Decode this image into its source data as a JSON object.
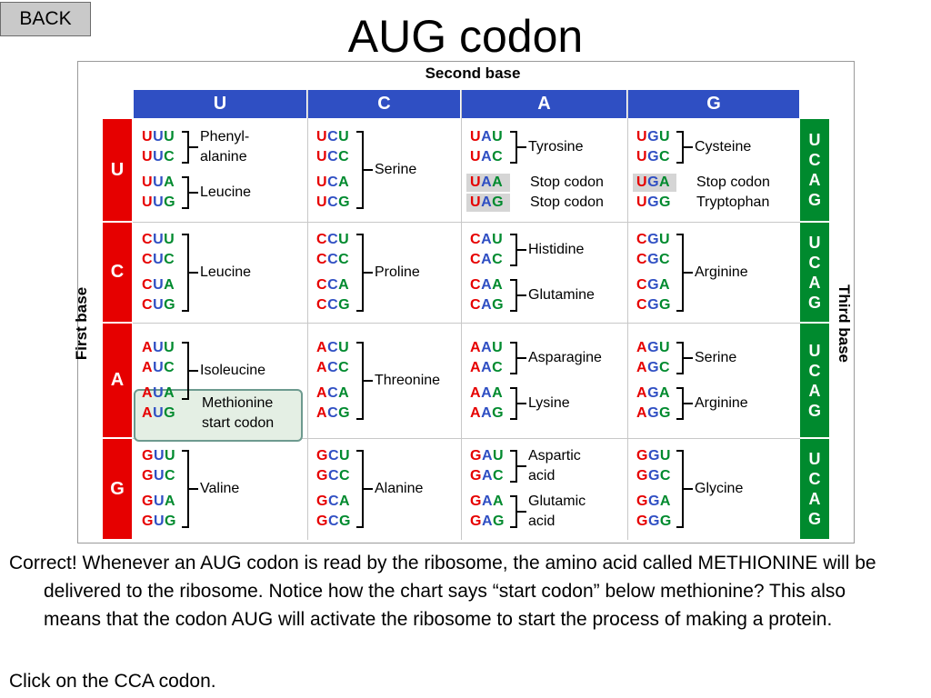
{
  "back_button": "BACK",
  "title": "AUG codon",
  "chart": {
    "second_base_label": "Second base",
    "first_base_label": "First base",
    "third_base_label": "Third base",
    "columns": [
      "U",
      "C",
      "A",
      "G"
    ],
    "rows": [
      "U",
      "C",
      "A",
      "G"
    ],
    "third_letters": [
      "U",
      "C",
      "A",
      "G"
    ],
    "cells": [
      [
        {
          "codons": [
            "UUU",
            "UUC",
            "UUA",
            "UUG"
          ],
          "groups": [
            {
              "text": [
                "Phenyl-",
                "alanine"
              ],
              "span": [
                0,
                1
              ]
            },
            {
              "text": [
                "Leucine"
              ],
              "span": [
                2,
                3
              ]
            }
          ]
        },
        {
          "codons": [
            "UCU",
            "UCC",
            "UCA",
            "UCG"
          ],
          "groups": [
            {
              "text": [
                "Serine"
              ],
              "span": [
                0,
                3
              ]
            }
          ]
        },
        {
          "codons": [
            "UAU",
            "UAC",
            "UAA",
            "UAG"
          ],
          "groups": [
            {
              "text": [
                "Tyrosine"
              ],
              "span": [
                0,
                1
              ]
            },
            {
              "text": [
                "Stop codon"
              ],
              "span": [
                2,
                2
              ],
              "plain": true
            },
            {
              "text": [
                "Stop codon"
              ],
              "span": [
                3,
                3
              ],
              "plain": true
            }
          ],
          "highlight": [
            2,
            3
          ]
        },
        {
          "codons": [
            "UGU",
            "UGC",
            "UGA",
            "UGG"
          ],
          "groups": [
            {
              "text": [
                "Cysteine"
              ],
              "span": [
                0,
                1
              ]
            },
            {
              "text": [
                "Stop codon"
              ],
              "span": [
                2,
                2
              ],
              "plain": true
            },
            {
              "text": [
                "Tryptophan"
              ],
              "span": [
                3,
                3
              ],
              "plain": true
            }
          ],
          "highlight": [
            2
          ]
        }
      ],
      [
        {
          "codons": [
            "CUU",
            "CUC",
            "CUA",
            "CUG"
          ],
          "groups": [
            {
              "text": [
                "Leucine"
              ],
              "span": [
                0,
                3
              ]
            }
          ]
        },
        {
          "codons": [
            "CCU",
            "CCC",
            "CCA",
            "CCG"
          ],
          "groups": [
            {
              "text": [
                "Proline"
              ],
              "span": [
                0,
                3
              ]
            }
          ]
        },
        {
          "codons": [
            "CAU",
            "CAC",
            "CAA",
            "CAG"
          ],
          "groups": [
            {
              "text": [
                "Histidine"
              ],
              "span": [
                0,
                1
              ]
            },
            {
              "text": [
                "Glutamine"
              ],
              "span": [
                2,
                3
              ]
            }
          ]
        },
        {
          "codons": [
            "CGU",
            "CGC",
            "CGA",
            "CGG"
          ],
          "groups": [
            {
              "text": [
                "Arginine"
              ],
              "span": [
                0,
                3
              ]
            }
          ]
        }
      ],
      [
        {
          "codons": [
            "AUU",
            "AUC",
            "AUA",
            "AUG"
          ],
          "groups": [
            {
              "text": [
                "Isoleucine"
              ],
              "span": [
                0,
                2
              ]
            },
            {
              "text": [
                "Methionine",
                "start codon"
              ],
              "span": [
                3,
                3
              ],
              "plain": true
            }
          ],
          "highlight": [
            3
          ]
        },
        {
          "codons": [
            "ACU",
            "ACC",
            "ACA",
            "ACG"
          ],
          "groups": [
            {
              "text": [
                "Threonine"
              ],
              "span": [
                0,
                3
              ]
            }
          ]
        },
        {
          "codons": [
            "AAU",
            "AAC",
            "AAA",
            "AAG"
          ],
          "groups": [
            {
              "text": [
                "Asparagine"
              ],
              "span": [
                0,
                1
              ]
            },
            {
              "text": [
                "Lysine"
              ],
              "span": [
                2,
                3
              ]
            }
          ]
        },
        {
          "codons": [
            "AGU",
            "AGC",
            "AGA",
            "AGG"
          ],
          "groups": [
            {
              "text": [
                "Serine"
              ],
              "span": [
                0,
                1
              ]
            },
            {
              "text": [
                "Arginine"
              ],
              "span": [
                2,
                3
              ]
            }
          ]
        }
      ],
      [
        {
          "codons": [
            "GUU",
            "GUC",
            "GUA",
            "GUG"
          ],
          "groups": [
            {
              "text": [
                "Valine"
              ],
              "span": [
                0,
                3
              ]
            }
          ]
        },
        {
          "codons": [
            "GCU",
            "GCC",
            "GCA",
            "GCG"
          ],
          "groups": [
            {
              "text": [
                "Alanine"
              ],
              "span": [
                0,
                3
              ]
            }
          ]
        },
        {
          "codons": [
            "GAU",
            "GAC",
            "GAA",
            "GAG"
          ],
          "groups": [
            {
              "text": [
                "Aspartic",
                "acid"
              ],
              "span": [
                0,
                1
              ]
            },
            {
              "text": [
                "Glutamic",
                "acid"
              ],
              "span": [
                2,
                3
              ]
            }
          ]
        },
        {
          "codons": [
            "GGU",
            "GGC",
            "GGA",
            "GGG"
          ],
          "groups": [
            {
              "text": [
                "Glycine"
              ],
              "span": [
                0,
                3
              ]
            }
          ]
        }
      ]
    ]
  },
  "text": {
    "paragraph": "Correct! Whenever an AUG codon is read by the ribosome, the amino acid called METHIONINE will be delivered to the ribosome. Notice how the chart says “start codon” below methionine? This also means that the codon AUG will activate the ribosome to start the process of making a protein.",
    "instruction": "Click on the CCA codon."
  }
}
